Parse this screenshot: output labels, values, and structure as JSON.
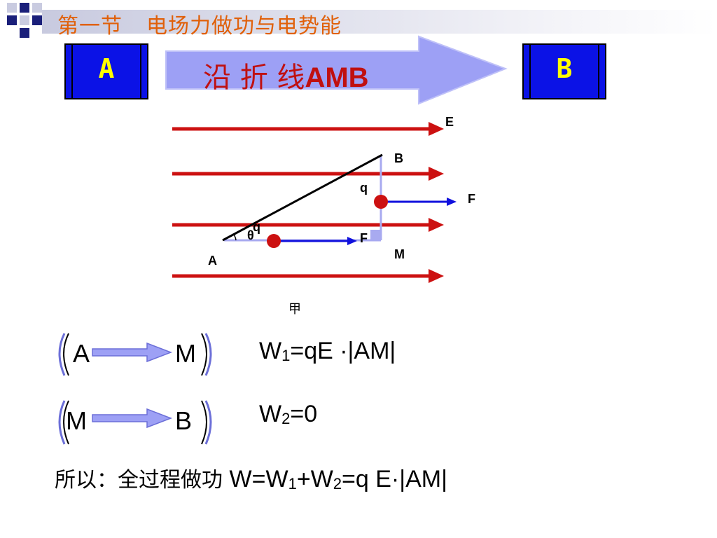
{
  "header": {
    "title_part1": "第一节",
    "title_part2": "电场力做功与电势能"
  },
  "banner": {
    "left_box": "A",
    "right_box": "B",
    "path_label_cn": "沿 折 线",
    "path_label_en": "AMB"
  },
  "figure": {
    "label_E": "E",
    "label_B": "B",
    "label_q_top": "q",
    "label_F_top": "F",
    "label_q_bottom": "q",
    "label_theta": "θ",
    "label_F_bottom": "F",
    "label_M": "M",
    "label_A": "A",
    "caption": "甲"
  },
  "steps": [
    {
      "from": "A",
      "to": "M",
      "work_prefix": "W",
      "work_sub": "1",
      "work_rest": "=qE ·|AM|"
    },
    {
      "from": "M",
      "to": "B",
      "work_prefix": "W",
      "work_sub": "2",
      "work_rest": "=0"
    }
  ],
  "conclusion": {
    "cn": "所以：全过程做功",
    "w": "W=W",
    "s1": "1",
    "plus": "+W",
    "s2": "2",
    "rest": "=q E·|AM|"
  },
  "colors": {
    "field_line": "#cc1111",
    "force": "#1010dd",
    "box": "#0b12e6",
    "title": "#e0600a",
    "arrow_fill": "#9da0f5"
  }
}
